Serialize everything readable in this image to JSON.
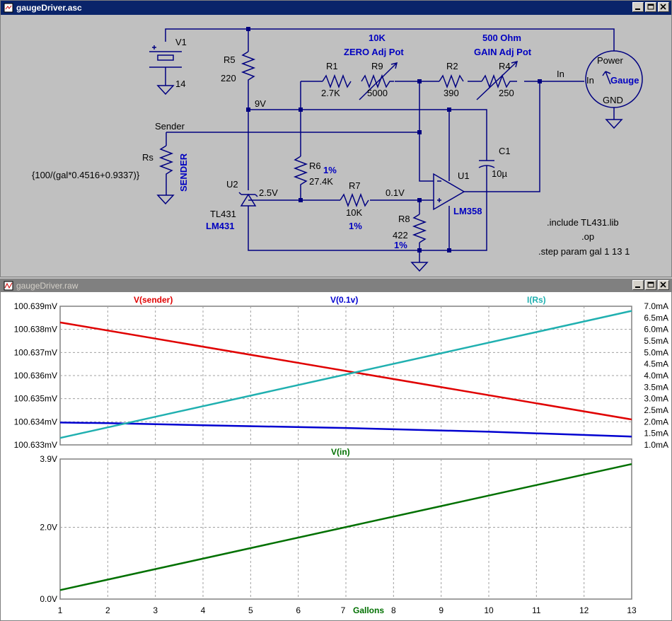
{
  "schematic_window": {
    "title": "gaugeDriver.asc",
    "labels": {
      "v1": "V1",
      "v1_val": "14",
      "r5": "R5",
      "r5_val": "220",
      "node_9v": "9V",
      "zero_pot_top": "10K",
      "zero_pot_bottom": "ZERO Adj Pot",
      "gain_pot_top": "500 Ohm",
      "gain_pot_bottom": "GAIN Adj Pot",
      "r1": "R1",
      "r1_val": "2.7K",
      "r9": "R9",
      "r9_val": "5000",
      "r2": "R2",
      "r2_val": "390",
      "r4": "R4",
      "r4_val": "250",
      "in_net": "In",
      "power": "Power",
      "gauge_in": "In",
      "gauge": "Gauge",
      "gnd": "GND",
      "sender": "Sender",
      "rs": "Rs",
      "rs_val": "{100/(gal*0.4516+0.9337)}",
      "rs_comment": "SENDER",
      "r6": "R6",
      "r6_val": "27.4K",
      "r6_tol": "1%",
      "c1": "C1",
      "c1_val": "10µ",
      "u2": "U2",
      "node_25v": "2.5V",
      "r7": "R7",
      "r7_val": "10K",
      "r7_tol": "1%",
      "node_01v": "0.1V",
      "u1": "U1",
      "u1_model": "LM358",
      "tl431": "TL431",
      "lm431": "LM431",
      "r8": "R8",
      "r8_val": "422",
      "r8_tol": "1%",
      "directive_1": ".include TL431.lib",
      "directive_2": ".op",
      "directive_3": ".step param gal 1 13 1"
    }
  },
  "plot_window": {
    "title": "gaugeDriver.raw"
  },
  "colors": {
    "wire": "#000080",
    "component": "#000080",
    "text_blue": "#0000c0",
    "red": "#e00000",
    "blue": "#0000d0",
    "cyan": "#20b0b0",
    "green": "#007000"
  },
  "chart_data": [
    {
      "type": "line",
      "xlim": [
        1,
        13
      ],
      "ylim": [
        100.633,
        100.639
      ],
      "y2lim": [
        1.0,
        7.0
      ],
      "yticks": [
        "100.639mV",
        "100.638mV",
        "100.637mV",
        "100.636mV",
        "100.635mV",
        "100.634mV",
        "100.633mV"
      ],
      "y2ticks": [
        "7.0mA",
        "6.5mA",
        "6.0mA",
        "5.5mA",
        "5.0mA",
        "4.5mA",
        "4.0mA",
        "3.5mA",
        "3.0mA",
        "2.5mA",
        "2.0mA",
        "1.5mA",
        "1.0mA"
      ],
      "grid": true,
      "series": [
        {
          "name": "V(sender)",
          "axis": "left",
          "color": "#e00000",
          "x": [
            1,
            13
          ],
          "y": [
            100.6383,
            100.6341
          ]
        },
        {
          "name": "V(0.1v)",
          "axis": "left",
          "color": "#0000d0",
          "x": [
            1,
            2,
            4,
            7,
            10,
            13
          ],
          "y": [
            100.63397,
            100.63394,
            100.63385,
            100.63373,
            100.63357,
            100.63336
          ]
        },
        {
          "name": "I(Rs)",
          "axis": "right",
          "color": "#20b0b0",
          "x": [
            1,
            13
          ],
          "y": [
            1.3,
            6.8
          ]
        }
      ]
    },
    {
      "type": "line",
      "xlim": [
        1,
        13
      ],
      "ylim": [
        0.0,
        3.9
      ],
      "yticks": [
        "3.9V",
        "2.0V",
        "0.0V"
      ],
      "ytick_values": [
        3.9,
        2.0,
        0.0
      ],
      "x": [
        1,
        2,
        3,
        4,
        5,
        6,
        7,
        8,
        9,
        10,
        11,
        12,
        13
      ],
      "xticks": [
        "1",
        "2",
        "3",
        "4",
        "5",
        "6",
        "7",
        "8",
        "9",
        "10",
        "11",
        "12",
        "13"
      ],
      "xlabel": "Gallons",
      "grid": true,
      "series": [
        {
          "name": "V(in)",
          "color": "#007000",
          "x": [
            1,
            13
          ],
          "y": [
            0.25,
            3.76
          ]
        }
      ]
    }
  ]
}
